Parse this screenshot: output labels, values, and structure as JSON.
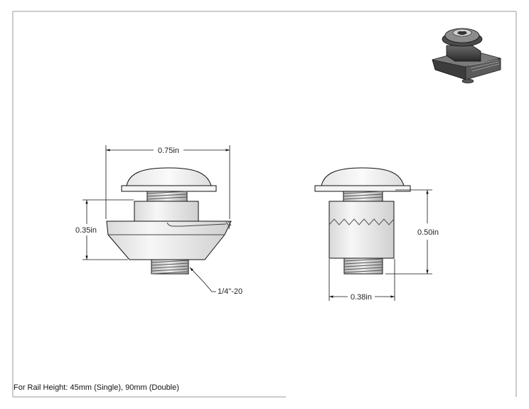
{
  "drawing": {
    "dimensions": {
      "side_width": "0.75in",
      "side_height": "0.35in",
      "thread": "1/4\"-20",
      "front_height": "0.50in",
      "front_width": "0.38in"
    },
    "note": "For Rail Height: 45mm (Single), 90mm (Double)"
  },
  "colors": {
    "line": "#111111",
    "part_light": "#f2f2f2",
    "part_mid": "#d8d8d8",
    "part_dark": "#8a8a8a"
  }
}
